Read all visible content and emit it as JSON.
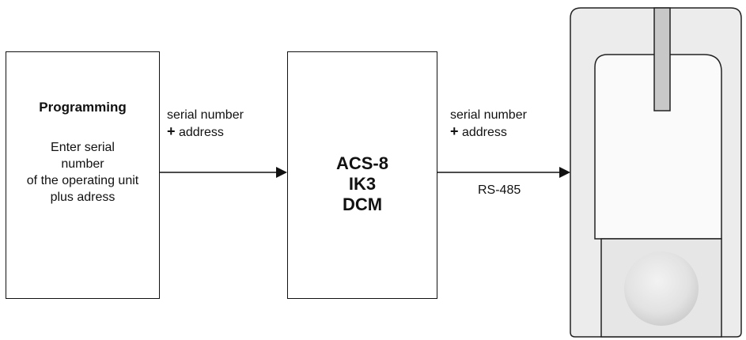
{
  "programming_box": {
    "title": "Programming",
    "lines": [
      "Enter serial",
      "number",
      "of the operating unit",
      "plus adress"
    ]
  },
  "acs_box": {
    "lines": [
      "ACS-8",
      "IK3",
      "DCM"
    ]
  },
  "left_arrow_label": {
    "line1": "serial number",
    "plus": "+",
    "line2": " address"
  },
  "right_arrow_label": {
    "line1": "serial number",
    "plus": "+",
    "line2": " address"
  },
  "bus_label": "RS-485"
}
